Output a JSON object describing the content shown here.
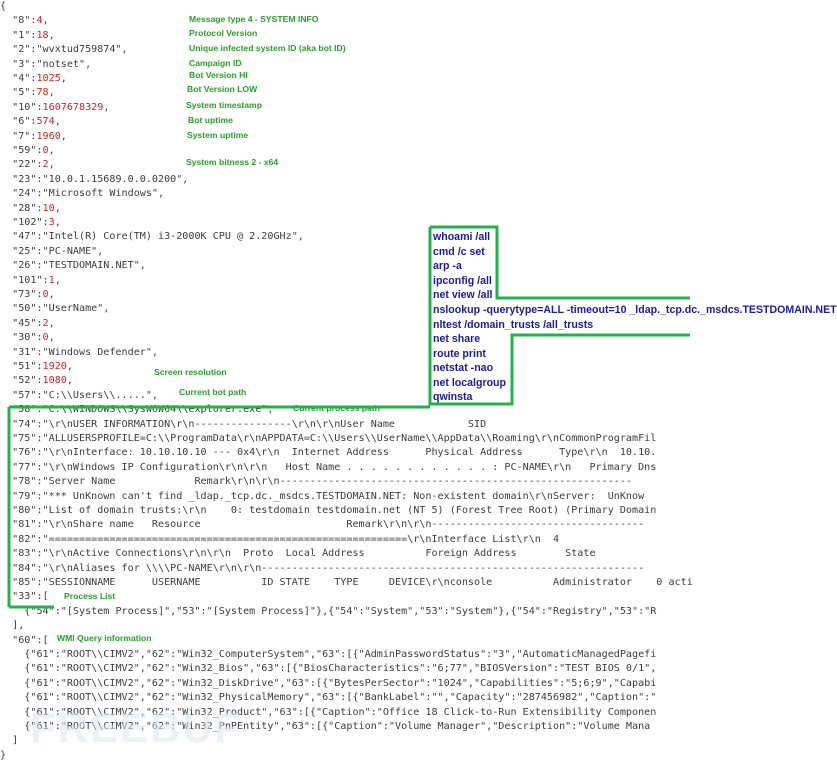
{
  "code_lines": [
    {
      "segs": [
        {
          "t": "{"
        }
      ]
    },
    {
      "segs": [
        {
          "t": "  \"8\":"
        },
        {
          "t": "4",
          "num": true
        },
        {
          "t": ","
        }
      ]
    },
    {
      "segs": [
        {
          "t": "  \"1\":"
        },
        {
          "t": "18",
          "num": true
        },
        {
          "t": ","
        }
      ]
    },
    {
      "segs": [
        {
          "t": "  \"2\":\"wvxtud759874\","
        }
      ]
    },
    {
      "segs": [
        {
          "t": "  \"3\":\"notset\","
        }
      ]
    },
    {
      "segs": [
        {
          "t": "  \"4\":"
        },
        {
          "t": "1025",
          "num": true
        },
        {
          "t": ","
        }
      ]
    },
    {
      "segs": [
        {
          "t": "  \"5\":"
        },
        {
          "t": "78",
          "num": true
        },
        {
          "t": ","
        }
      ]
    },
    {
      "segs": [
        {
          "t": "  \"10\":"
        },
        {
          "t": "1607678329",
          "num": true
        },
        {
          "t": ","
        }
      ]
    },
    {
      "segs": [
        {
          "t": "  \"6\":"
        },
        {
          "t": "574",
          "num": true
        },
        {
          "t": ","
        }
      ]
    },
    {
      "segs": [
        {
          "t": "  \"7\":"
        },
        {
          "t": "1960",
          "num": true
        },
        {
          "t": ","
        }
      ]
    },
    {
      "segs": [
        {
          "t": "  \"59\":"
        },
        {
          "t": "0",
          "num": true
        },
        {
          "t": ","
        }
      ]
    },
    {
      "segs": [
        {
          "t": "  \"22\":"
        },
        {
          "t": "2",
          "num": true
        },
        {
          "t": ","
        }
      ]
    },
    {
      "segs": [
        {
          "t": "  \"23\":\"10.0.1.15689.0.0.0200\","
        }
      ]
    },
    {
      "segs": [
        {
          "t": "  \"24\":\"Microsoft Windows\","
        }
      ]
    },
    {
      "segs": [
        {
          "t": "  \"28\":"
        },
        {
          "t": "10",
          "num": true
        },
        {
          "t": ","
        }
      ]
    },
    {
      "segs": [
        {
          "t": "  \"102\":"
        },
        {
          "t": "3",
          "num": true
        },
        {
          "t": ","
        }
      ]
    },
    {
      "segs": [
        {
          "t": "  \"47\":\"Intel(R) Core(TM) i3-2000K CPU @ 2.20GHz\","
        }
      ]
    },
    {
      "segs": [
        {
          "t": "  \"25\":\"PC-NAME\","
        }
      ]
    },
    {
      "segs": [
        {
          "t": "  \"26\":\"TESTDOMAIN.NET\","
        }
      ]
    },
    {
      "segs": [
        {
          "t": "  \"101\":"
        },
        {
          "t": "1",
          "num": true
        },
        {
          "t": ","
        }
      ]
    },
    {
      "segs": [
        {
          "t": "  \"73\":"
        },
        {
          "t": "0",
          "num": true
        },
        {
          "t": ","
        }
      ]
    },
    {
      "segs": [
        {
          "t": "  \"50\":\"UserName\","
        }
      ]
    },
    {
      "segs": [
        {
          "t": "  \"45\":"
        },
        {
          "t": "2",
          "num": true
        },
        {
          "t": ","
        }
      ]
    },
    {
      "segs": [
        {
          "t": "  \"30\":"
        },
        {
          "t": "0",
          "num": true
        },
        {
          "t": ","
        }
      ]
    },
    {
      "segs": [
        {
          "t": "  \"31\":\"Windows Defender\","
        }
      ]
    },
    {
      "segs": [
        {
          "t": "  \"51\":"
        },
        {
          "t": "1920",
          "num": true
        },
        {
          "t": ","
        }
      ]
    },
    {
      "segs": [
        {
          "t": "  \"52\":"
        },
        {
          "t": "1080",
          "num": true
        },
        {
          "t": ","
        }
      ]
    },
    {
      "segs": [
        {
          "t": "  \"57\":\"C:\\\\Users\\\\.....\","
        }
      ]
    },
    {
      "segs": [
        {
          "t": "  \"58\":\"C:\\\\WINDOWS\\\\SysWOW64\\\\explorer.exe\","
        }
      ]
    },
    {
      "segs": [
        {
          "t": "  \"74\":\"\\r\\nUSER INFORMATION\\r\\n----------------\\r\\n\\r\\nUser Name            SID"
        }
      ]
    },
    {
      "segs": [
        {
          "t": "  \"75\":\"ALLUSERSPROFILE=C:\\\\ProgramData\\r\\nAPPDATA=C:\\\\Users\\\\UserName\\\\AppData\\\\Roaming\\r\\nCommonProgramFil"
        }
      ]
    },
    {
      "segs": [
        {
          "t": "  \"76\":\"\\r\\nInterface: 10.10.10.10 --- 0x4\\r\\n  Internet Address      Physical Address      Type\\r\\n  10.10."
        }
      ]
    },
    {
      "segs": [
        {
          "t": "  \"77\":\"\\r\\nWindows IP Configuration\\r\\n\\r\\n   Host Name . . . . . . . . . . . . : PC-NAME\\r\\n   Primary Dns"
        }
      ]
    },
    {
      "segs": [
        {
          "t": "  \"78\":\"Server Name             Remark\\r\\n\\r\\n----------------------------------------------------------"
        }
      ]
    },
    {
      "segs": [
        {
          "t": "  \"79\":\"*** UnKnown can't find _ldap._tcp.dc._msdcs.TESTDOMAIN.NET: Non-existent domain\\r\\nServer:  UnKnow"
        }
      ]
    },
    {
      "segs": [
        {
          "t": "  \"80\":\"List of domain trusts:\\r\\n    0: testdomain testdomain.net (NT 5) (Forest Tree Root) (Primary Domain"
        }
      ]
    },
    {
      "segs": [
        {
          "t": "  \"81\":\"\\r\\nShare name   Resource                        Remark\\r\\n\\r\\n-----------------------------------"
        }
      ]
    },
    {
      "segs": [
        {
          "t": "  \"82\":\"===========================================================\\r\\nInterface List\\r\\n  4"
        }
      ]
    },
    {
      "segs": [
        {
          "t": "  \"83\":\"\\r\\nActive Connections\\r\\n\\r\\n  Proto  Local Address          Foreign Address        State"
        }
      ]
    },
    {
      "segs": [
        {
          "t": "  \"84\":\"\\r\\nAliases for \\\\\\\\PC-NAME\\r\\n\\r\\n---------------------------------------------------------------"
        }
      ]
    },
    {
      "segs": [
        {
          "t": "  \"85\":\"SESSIONNAME      USERNAME          ID STATE    TYPE     DEVICE\\r\\nconsole          Administrator    0 acti"
        }
      ]
    },
    {
      "segs": [
        {
          "t": "  \"33\":["
        }
      ]
    },
    {
      "segs": [
        {
          "t": "    {\"54\":\"[System Process]\",\"53\":\"[System Process]\"},{\"54\":\"System\",\"53\":\"System\"},{\"54\":\"Registry\",\"53\":\"R"
        }
      ]
    },
    {
      "segs": [
        {
          "t": "  ],"
        }
      ]
    },
    {
      "segs": [
        {
          "t": "  \"60\":["
        }
      ]
    },
    {
      "segs": [
        {
          "t": "    {\"61\":\"ROOT\\\\CIMV2\",\"62\":\"Win32_ComputerSystem\",\"63\":[{\"AdminPasswordStatus\":\"3\",\"AutomaticManagedPagefi"
        }
      ]
    },
    {
      "segs": [
        {
          "t": "    {\"61\":\"ROOT\\\\CIMV2\",\"62\":\"Win32_Bios\",\"63\":[{\"BiosCharacteristics\":\"6;77\",\"BIOSVersion\":\"TEST BIOS 0/1\","
        }
      ]
    },
    {
      "segs": [
        {
          "t": "    {\"61\":\"ROOT\\\\CIMV2\",\"62\":\"Win32_DiskDrive\",\"63\":[{\"BytesPerSector\":\"1024\",\"Capabilities\":\"5;6;9\",\"Capabi"
        }
      ]
    },
    {
      "segs": [
        {
          "t": "    {\"61\":\"ROOT\\\\CIMV2\",\"62\":\"Win32_PhysicalMemory\",\"63\":[{\"BankLabel\":\"\",\"Capacity\":\"287456982\",\"Caption\":\""
        }
      ]
    },
    {
      "segs": [
        {
          "t": "    {\"61\":\"ROOT\\\\CIMV2\",\"62\":\"Win32_Product\",\"63\":[{\"Caption\":\"Office 18 Click-to-Run Extensibility Componen"
        }
      ]
    },
    {
      "segs": [
        {
          "t": "    {\"61\":\"ROOT\\\\CIMV2\",\"62\":\"Win32_PnPEntity\",\"63\":[{\"Caption\":\"Volume Manager\",\"Description\":\"Volume Mana"
        }
      ]
    },
    {
      "segs": [
        {
          "t": "  ]"
        }
      ]
    },
    {
      "segs": [
        {
          "t": "}"
        }
      ]
    }
  ],
  "annotations": {
    "msg_type": "Message type 4 - SYSTEM INFO",
    "protocol": "Protocol Version",
    "bot_id": "Unique infected system ID (aka bot ID)",
    "campaign": "Campaign ID",
    "ver_hi": "Bot Version HI",
    "ver_low": "Bot Version LOW",
    "timestamp": "System timestamp",
    "bot_uptime": "Bot uptime",
    "sys_uptime": "System uptime",
    "bitness": "System bitness 2 - x64",
    "screen_res": "Screen resolution",
    "bot_path": "Current bot path",
    "proc_path": "Current process path",
    "proc_list": "Process List",
    "wmi": "WMI Query information"
  },
  "commands": [
    "whoami /all",
    "cmd /c set",
    "arp -a",
    "ipconfig /all",
    "net view /all",
    "nslookup -querytype=ALL -timeout=10 _ldap._tcp.dc._msdcs.TESTDOMAIN.NET",
    "nltest /domain_trusts /all_trusts",
    "net share",
    "route print",
    "netstat -nao",
    "net localgroup",
    "qwinsta"
  ],
  "watermark": "FREEBUF",
  "colors": {
    "annotation": "#28a028",
    "command": "#1a1aa8",
    "number": "#d9221c",
    "frame": "#22b24c"
  }
}
